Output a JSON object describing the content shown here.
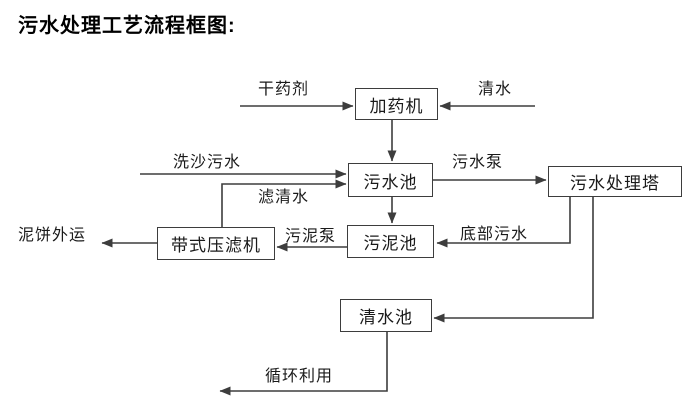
{
  "title": "污水处理工艺流程框图:",
  "diagram": {
    "nodes": {
      "dosing_machine": {
        "label": "加药机"
      },
      "sewage_pool": {
        "label": "污水池"
      },
      "treatment_tower": {
        "label": "污水处理塔"
      },
      "sludge_pool": {
        "label": "污泥池"
      },
      "belt_filter_press": {
        "label": "带式压滤机"
      },
      "clean_water_pool": {
        "label": "清水池"
      }
    },
    "flow_labels": {
      "dry_agent": "干药剂",
      "clean_water": "清水",
      "sand_washing_sewage": "洗沙污水",
      "filtered_water": "滤清水",
      "sewage_pump": "污水泵",
      "bottom_sewage": "底部污水",
      "sludge_pump": "污泥泵",
      "mud_cake_out": "泥饼外运",
      "recycle_use": "循环利用"
    },
    "colors": {
      "line": "#3d3d3d",
      "text": "#1a1a1a",
      "background": "#ffffff"
    }
  }
}
